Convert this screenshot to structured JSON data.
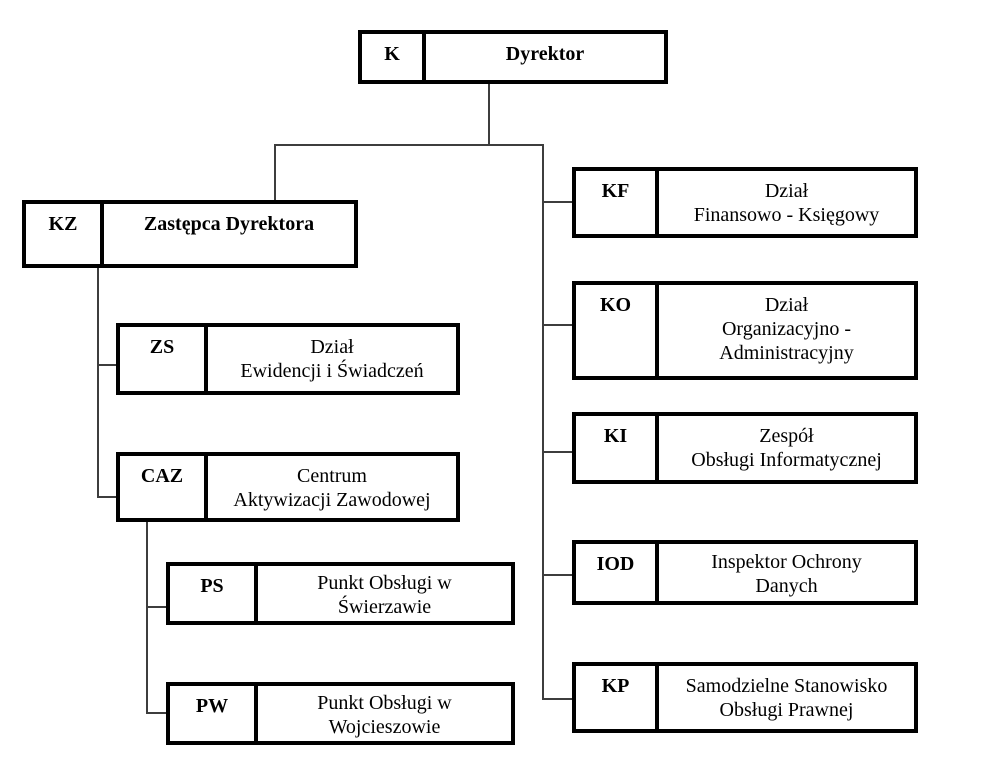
{
  "diagram": {
    "type": "org-chart",
    "nodes": {
      "k": {
        "code": "K",
        "label": "Dyrektor"
      },
      "kz": {
        "code": "KZ",
        "label": "Zastępca Dyrektora"
      },
      "zs": {
        "code": "ZS",
        "label": "Dział\nEwidencji i Świadczeń"
      },
      "caz": {
        "code": "CAZ",
        "label": "Centrum\nAktywizacji Zawodowej"
      },
      "ps": {
        "code": "PS",
        "label": "Punkt Obsługi w\nŚwierzawie"
      },
      "pw": {
        "code": "PW",
        "label": "Punkt Obsługi w\nWojcieszowie"
      },
      "kf": {
        "code": "KF",
        "label": "Dział\nFinansowo - Księgowy"
      },
      "ko": {
        "code": "KO",
        "label": "Dział\nOrganizacyjno -\nAdministracyjny"
      },
      "ki": {
        "code": "KI",
        "label": "Zespół\nObsługi Informatycznej"
      },
      "iod": {
        "code": "IOD",
        "label": "Inspektor Ochrony\nDanych"
      },
      "kp": {
        "code": "KP",
        "label": "Samodzielne Stanowisko\nObsługi Prawnej"
      }
    },
    "edges": [
      [
        "k",
        "kz"
      ],
      [
        "k",
        "kf"
      ],
      [
        "k",
        "ko"
      ],
      [
        "k",
        "ki"
      ],
      [
        "k",
        "iod"
      ],
      [
        "k",
        "kp"
      ],
      [
        "kz",
        "zs"
      ],
      [
        "kz",
        "caz"
      ],
      [
        "caz",
        "ps"
      ],
      [
        "caz",
        "pw"
      ]
    ],
    "colors": {
      "box_border": "#000000",
      "connector": "#3d3d3d",
      "background": "#ffffff",
      "text": "#000000"
    }
  }
}
